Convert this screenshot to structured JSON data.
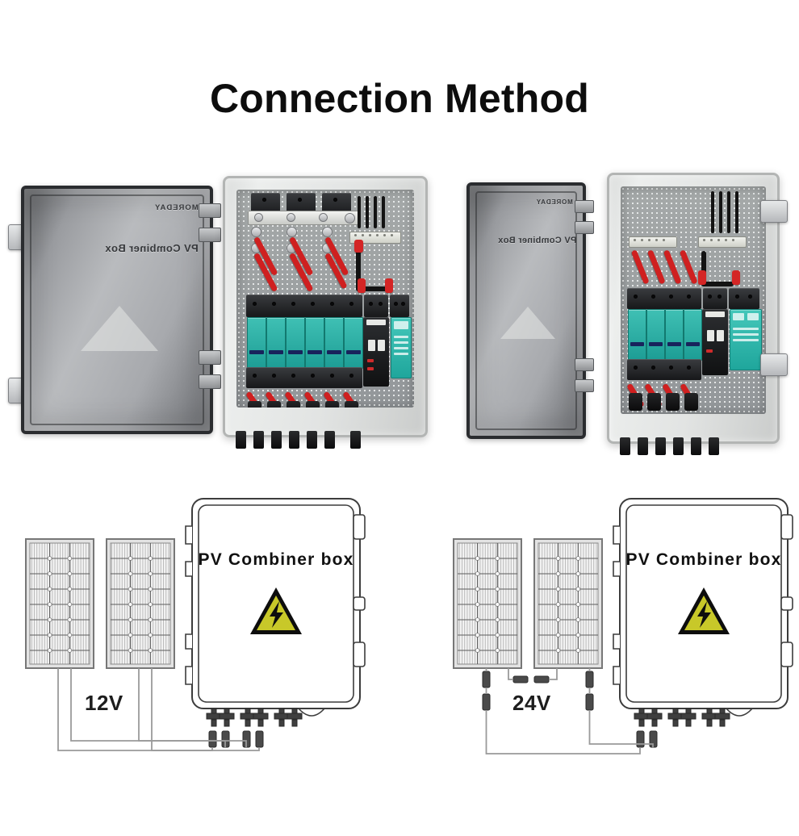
{
  "page": {
    "title": "Connection Method",
    "background_color": "#ffffff"
  },
  "products": [
    {
      "id": "unit-6-string",
      "lid": {
        "brand_text": "MOREDAY",
        "model_text": "PV Combiner Box",
        "text_orientation": "mirrored",
        "triangle_icon": "warning-triangle-embossed",
        "material": "transparent smoked polycarbonate",
        "color": "#8e9194"
      },
      "enclosure": {
        "color": "#e2e4e3",
        "string_count": 6,
        "components": [
          "busbar",
          "terminal-block",
          "dc-fuse-holder",
          "dc-isolator-switch",
          "surge-protective-device",
          "mc4-connectors"
        ]
      },
      "accent_colors": {
        "fuse": "#25aba1",
        "wire_positive": "#cf2020",
        "wire_negative": "#131313"
      }
    },
    {
      "id": "unit-4-string",
      "lid": {
        "brand_text": "MOREDAY",
        "model_text": "PV Combiner Box",
        "text_orientation": "mirrored",
        "triangle_icon": "warning-triangle-embossed",
        "material": "transparent smoked polycarbonate",
        "color": "#8e9194"
      },
      "enclosure": {
        "color": "#e2e4e3",
        "string_count": 4,
        "components": [
          "terminal-block",
          "dc-fuse-holder",
          "dc-isolator-switch",
          "surge-protective-device",
          "mc4-connectors"
        ]
      },
      "accent_colors": {
        "fuse": "#25aba1",
        "wire_positive": "#cf2020",
        "wire_negative": "#131313"
      }
    }
  ],
  "diagrams": [
    {
      "id": "parallel-12v",
      "box_label": "PV Combiner box",
      "voltage_label": "12V",
      "wiring": "parallel",
      "panel_count": 2,
      "panel_cell_columns": 3,
      "panel_cell_rows": 8,
      "connector_pairs_on_box": 4,
      "hazard_icon": "high-voltage-warning-icon",
      "hazard_colors": {
        "fill": "#c8c829",
        "stroke": "#0d0d0d"
      },
      "line_color": "#4a4a4a"
    },
    {
      "id": "series-24v",
      "box_label": "PV Combiner box",
      "voltage_label": "24V",
      "wiring": "series",
      "panel_count": 2,
      "panel_cell_columns": 3,
      "panel_cell_rows": 8,
      "connector_pairs_on_box": 4,
      "hazard_icon": "high-voltage-warning-icon",
      "hazard_colors": {
        "fill": "#c8c829",
        "stroke": "#0d0d0d"
      },
      "line_color": "#4a4a4a"
    }
  ]
}
